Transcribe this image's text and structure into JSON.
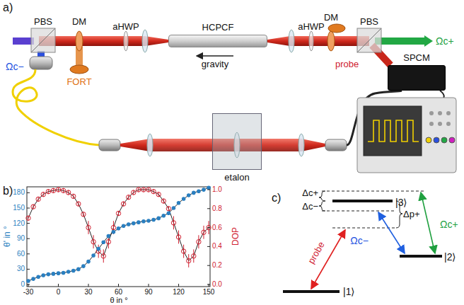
{
  "diagram": {
    "nodes": [
      {
        "text": [
          "HCPCF"
        ]
      },
      {
        "text": [
          "etalon"
        ]
      },
      {
        "text": [
          "SPCM"
        ]
      }
    ],
    "labels": [
      "a)",
      "PBS",
      "DM",
      "aHWP",
      "gravity",
      "aHWP",
      "DM",
      "PBS",
      "Ωc+",
      "probe",
      "Ωc−",
      "FORT",
      "b)",
      "-30",
      "0",
      "30",
      "60",
      "90",
      "120",
      "150",
      "0",
      "30",
      "60",
      "90",
      "120",
      "150",
      "180",
      "0.0",
      "0.2",
      "0.4",
      "0.6",
      "0.8",
      "1.0",
      "θ' in °",
      "DOP",
      "θ in °",
      "c)",
      "Δc+",
      "Δc−",
      "Δp+",
      "|3⟩",
      "|2⟩",
      "|1⟩",
      "probe",
      "Ωc−",
      "Ωc+"
    ]
  }
}
